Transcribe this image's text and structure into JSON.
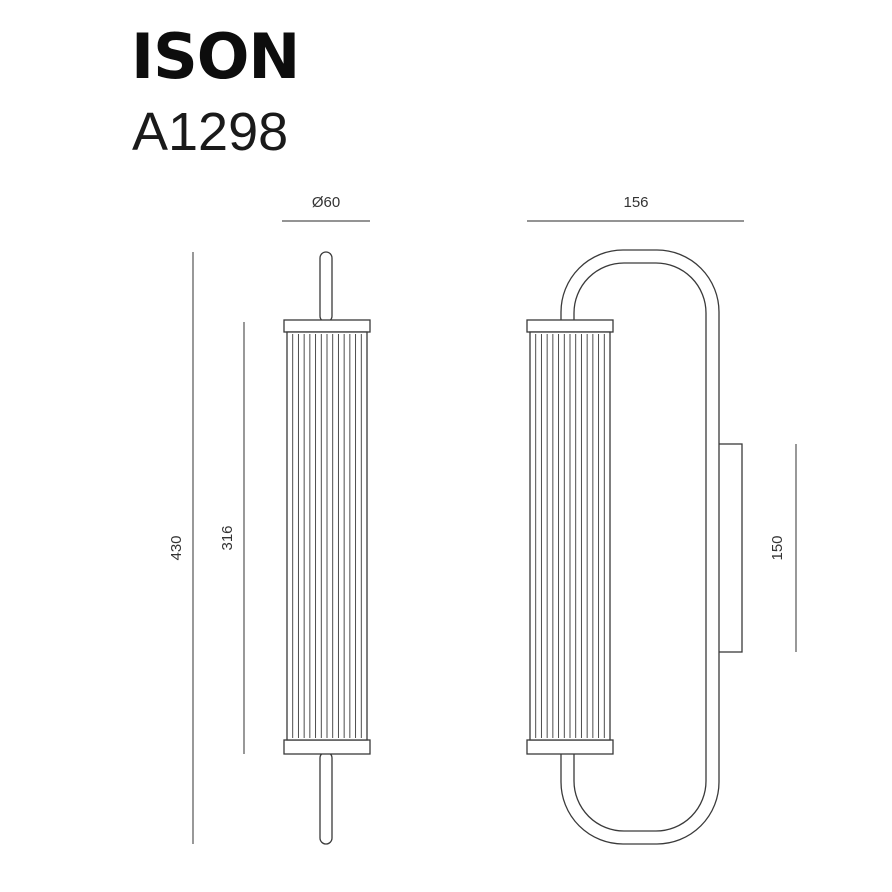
{
  "product": {
    "name": "ISON",
    "code": "A1298"
  },
  "dimensions": {
    "diameter": "Ø60",
    "width": "156",
    "total_height": "430",
    "tube_height": "316",
    "plate_height": "150"
  },
  "colors": {
    "line": "#3a3a3a",
    "dim_line": "#555555",
    "text": "#111111"
  }
}
